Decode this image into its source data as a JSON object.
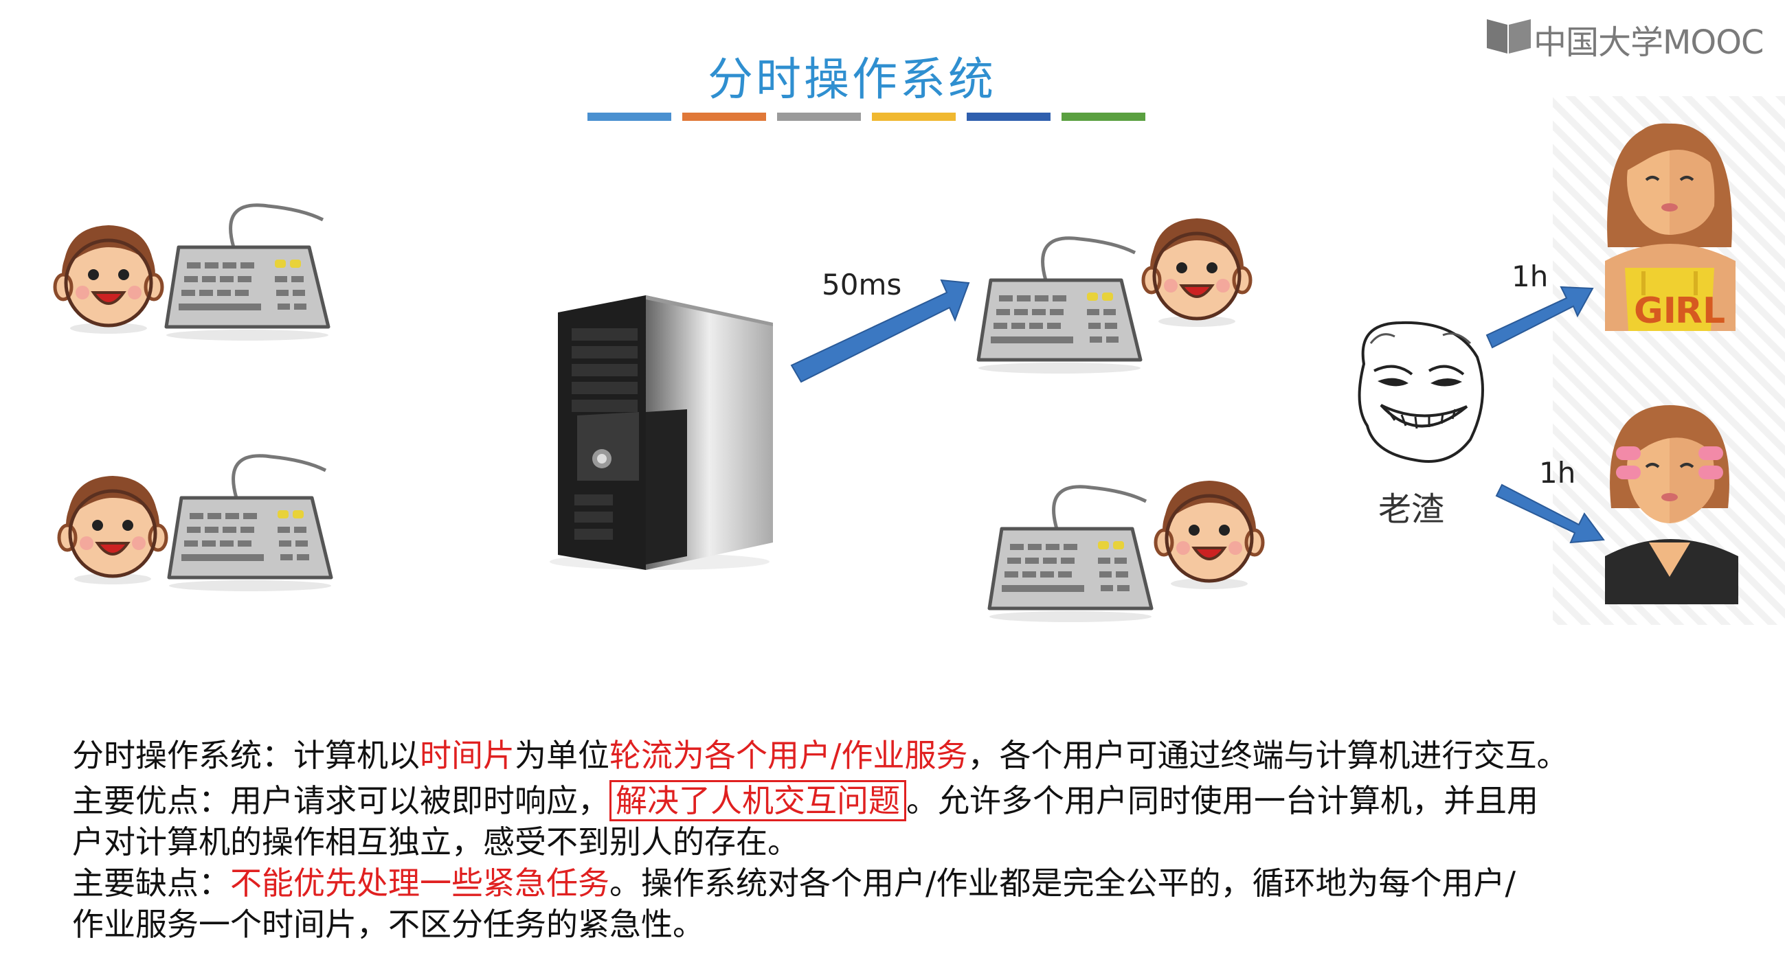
{
  "brand": {
    "logo_text": "中国大学MOOC"
  },
  "slide": {
    "title": "分时操作系统",
    "title_bar_colors": [
      "#4a90d0",
      "#e07838",
      "#9a9a9a",
      "#f0b830",
      "#2f5fae",
      "#5aa040"
    ]
  },
  "diagram": {
    "arrow_label_1": "50ms",
    "arrow_label_2": "1h",
    "arrow_label_3": "1h",
    "troll_caption": "老渣",
    "badge_left": "GI",
    "badge_right": "RL",
    "colors": {
      "arrow": "#3b78c2",
      "skin": "#f5c8a0",
      "hair": "#8a4a2a"
    }
  },
  "text": {
    "line1": {
      "a": "分时操作系统：计算机以",
      "b": "时间片",
      "c": "为单位",
      "d": "轮流为各个用户/作业服务",
      "e": "，各个用户可通过终端与计算机进行交互。"
    },
    "line2": {
      "a": "主要优点：用户请求可以被即时响应，",
      "b": "解决了人机交互问题",
      "c": "。允许多个用户同时使用一台计算机，并且用"
    },
    "line3": {
      "a": "户对计算机的操作相互独立，感受不到别人的存在。"
    },
    "line4": {
      "a": "主要缺点：",
      "b": "不能优先处理一些紧急任务",
      "c": "。操作系统对各个用户/作业都是完全公平的，循环地为每个用户/"
    },
    "line5": {
      "a": "作业服务一个时间片，不区分任务的紧急性。"
    }
  }
}
